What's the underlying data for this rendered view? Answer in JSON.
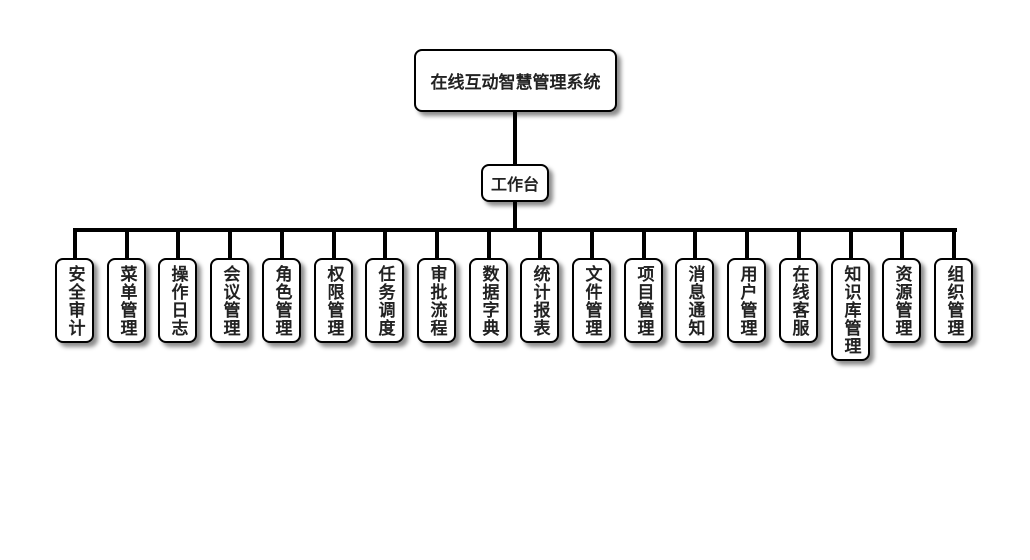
{
  "root": {
    "label": "在线互动智慧管理系统"
  },
  "hub": {
    "label": "工作台"
  },
  "leaves": [
    {
      "label": "安全审计"
    },
    {
      "label": "菜单管理"
    },
    {
      "label": "操作日志"
    },
    {
      "label": "会议管理"
    },
    {
      "label": "角色管理"
    },
    {
      "label": "权限管理"
    },
    {
      "label": "任务调度"
    },
    {
      "label": "审批流程"
    },
    {
      "label": "数据字典"
    },
    {
      "label": "统计报表"
    },
    {
      "label": "文件管理"
    },
    {
      "label": "项目管理"
    },
    {
      "label": "消息通知"
    },
    {
      "label": "用户管理"
    },
    {
      "label": "在线客服"
    },
    {
      "label": "知识库管理"
    },
    {
      "label": "资源管理"
    },
    {
      "label": "组织管理"
    }
  ]
}
